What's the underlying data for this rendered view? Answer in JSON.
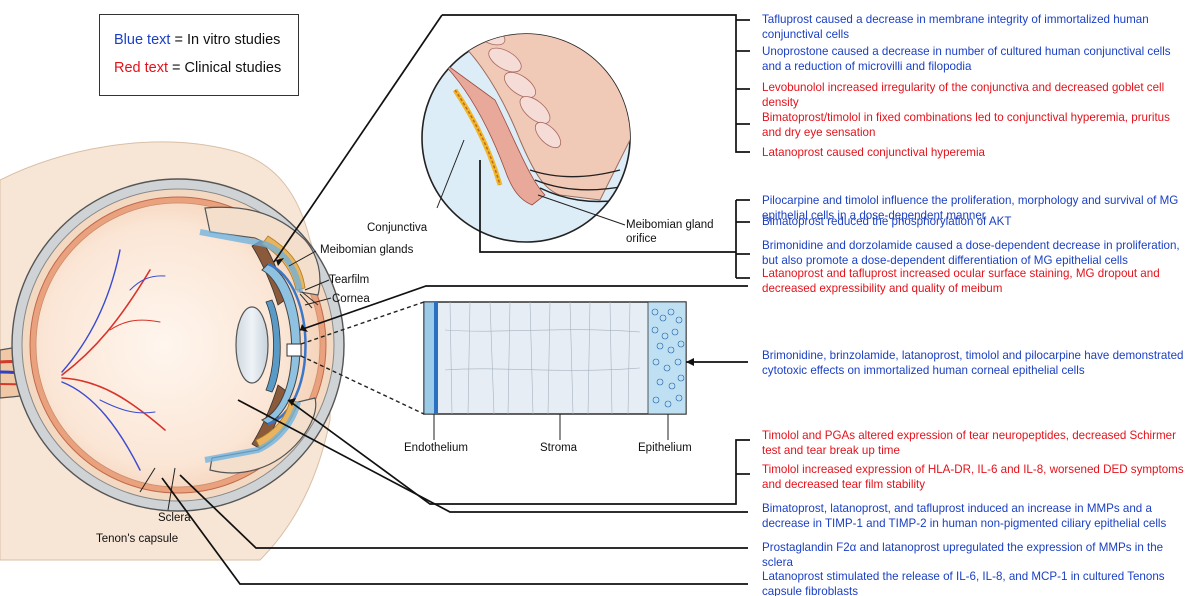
{
  "legend": {
    "blue_term": "Blue text",
    "blue_desc": " = In vitro studies",
    "red_term": "Red text",
    "red_desc": " = Clinical studies"
  },
  "labels": {
    "conjunctiva": "Conjunctiva",
    "meibomian_glands": "Meibomian glands",
    "meibomian_orifice_line1": "Meibomian gland",
    "meibomian_orifice_line2": "orifice",
    "tearfilm": "Tearfilm",
    "cornea": "Cornea",
    "endothelium": "Endothelium",
    "stroma": "Stroma",
    "epithelium": "Epithelium",
    "sclera": "Sclera",
    "tenons_capsule": "Tenon's capsule"
  },
  "notes": [
    {
      "text": "Tafluprost caused a decrease in membrane integrity of immortalized human conjunctival cells",
      "color": "blue"
    },
    {
      "text": "Unoprostone caused a decrease in number of cultured human conjunctival cells and a reduction of microvilli and filopodia",
      "color": "blue"
    },
    {
      "text": "Levobunolol increased irregularity of the conjunctiva and decreased goblet cell density",
      "color": "red"
    },
    {
      "text": "Bimatoprost/timolol in fixed combinations led to conjunctival hyperemia, pruritus and dry eye sensation",
      "color": "red"
    },
    {
      "text": "Latanoprost caused conjunctival hyperemia",
      "color": "red"
    },
    {
      "text": "Pilocarpine and timolol influence the proliferation, morphology and survival of MG epithelial cells in a dose-dependent manner",
      "color": "blue"
    },
    {
      "text": "Bimatoprost reduced the phosphorylation of AKT",
      "color": "blue"
    },
    {
      "text": "Brimonidine and dorzolamide caused a dose-dependent decrease in proliferation, but also promote a dose-dependent differentiation of MG epithelial cells",
      "color": "blue"
    },
    {
      "text": "Latanoprost and tafluprost increased ocular surface staining, MG dropout and decreased expressibility and quality of meibum",
      "color": "red"
    },
    {
      "text": "Brimonidine, brinzolamide, latanoprost, timolol and pilocarpine have demonstrated cytotoxic effects on immortalized human corneal epithelial cells",
      "color": "blue"
    },
    {
      "text": "Timolol and PGAs altered expression of tear neuropeptides, decreased Schirmer test and tear break up time",
      "color": "red"
    },
    {
      "text": "Timolol increased expression of HLA-DR, IL-6 and IL-8, worsened DED symptoms and decreased tear film stability",
      "color": "red"
    },
    {
      "text": "Bimatoprost, latanoprost, and tafluprost induced an increase in MMPs and a decrease in TIMP-1 and TIMP-2 in human non-pigmented ciliary epithelial cells",
      "color": "blue"
    },
    {
      "text": "Prostaglandin F2α and latanoprost upregulated the expression of MMPs in the sclera",
      "color": "blue"
    },
    {
      "text": "Latanoprost stimulated the release of IL-6, IL-8, and MCP-1 in cultured Tenons capsule fibroblasts",
      "color": "blue"
    }
  ],
  "colors": {
    "blue_text": "#1a3fc4",
    "red_text": "#e3121b",
    "sclera_fill": "#f2d7bf",
    "iris_blue": "#8fc1e0",
    "lid_skin": "#f3dfcb",
    "circle_fill": "#dcedf8",
    "stroma_fill": "#e7edf4"
  }
}
